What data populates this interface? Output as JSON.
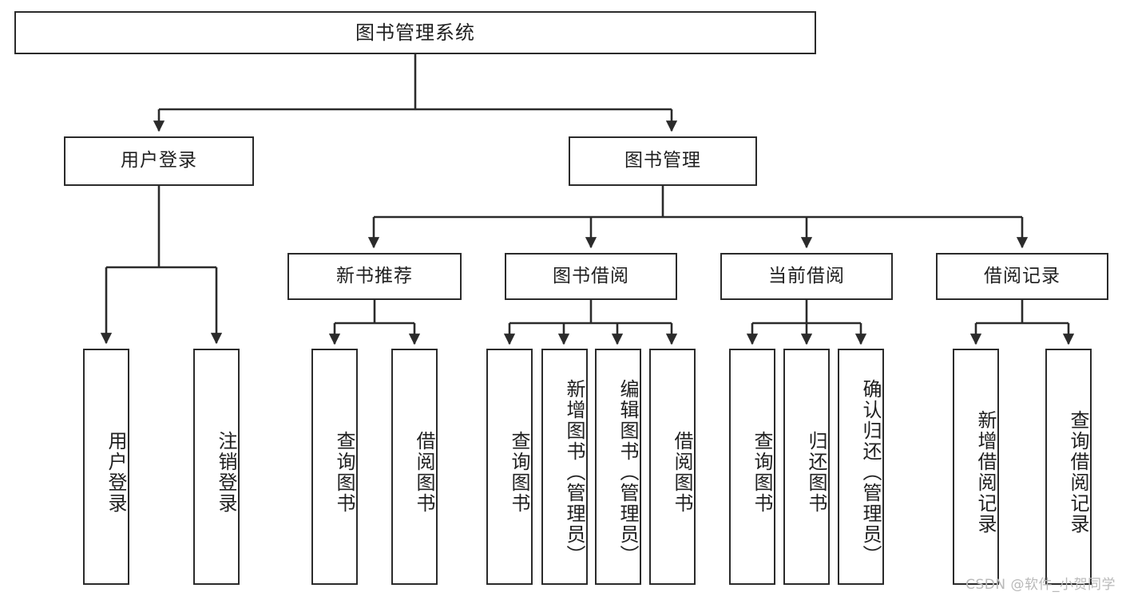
{
  "diagram": {
    "title": "图书管理系统",
    "type": "tree",
    "stroke_color": "#2b2b2b",
    "text_color": "#1f1f1f",
    "background": "#ffffff",
    "watermark": "CSDN @软件_小贺同学",
    "nodes": {
      "root": "图书管理系统",
      "level1": [
        {
          "label": "用户登录"
        },
        {
          "label": "图书管理"
        }
      ],
      "level2": [
        {
          "label": "新书推荐"
        },
        {
          "label": "图书借阅"
        },
        {
          "label": "当前借阅"
        },
        {
          "label": "借阅记录"
        }
      ],
      "leaves_user_login": [
        {
          "label": "用户登录"
        },
        {
          "label": "注销登录"
        }
      ],
      "leaves_new_books": [
        {
          "label": "查询图书"
        },
        {
          "label": "借阅图书"
        }
      ],
      "leaves_borrow": [
        {
          "label": "查询图书"
        },
        {
          "label": "新增图书（管理员）"
        },
        {
          "label": "编辑图书（管理员）"
        },
        {
          "label": "借阅图书"
        }
      ],
      "leaves_current": [
        {
          "label": "查询图书"
        },
        {
          "label": "归还图书"
        },
        {
          "label": "确认归还（管理员）"
        }
      ],
      "leaves_records": [
        {
          "label": "新增借阅记录"
        },
        {
          "label": "查询借阅记录"
        }
      ]
    }
  }
}
